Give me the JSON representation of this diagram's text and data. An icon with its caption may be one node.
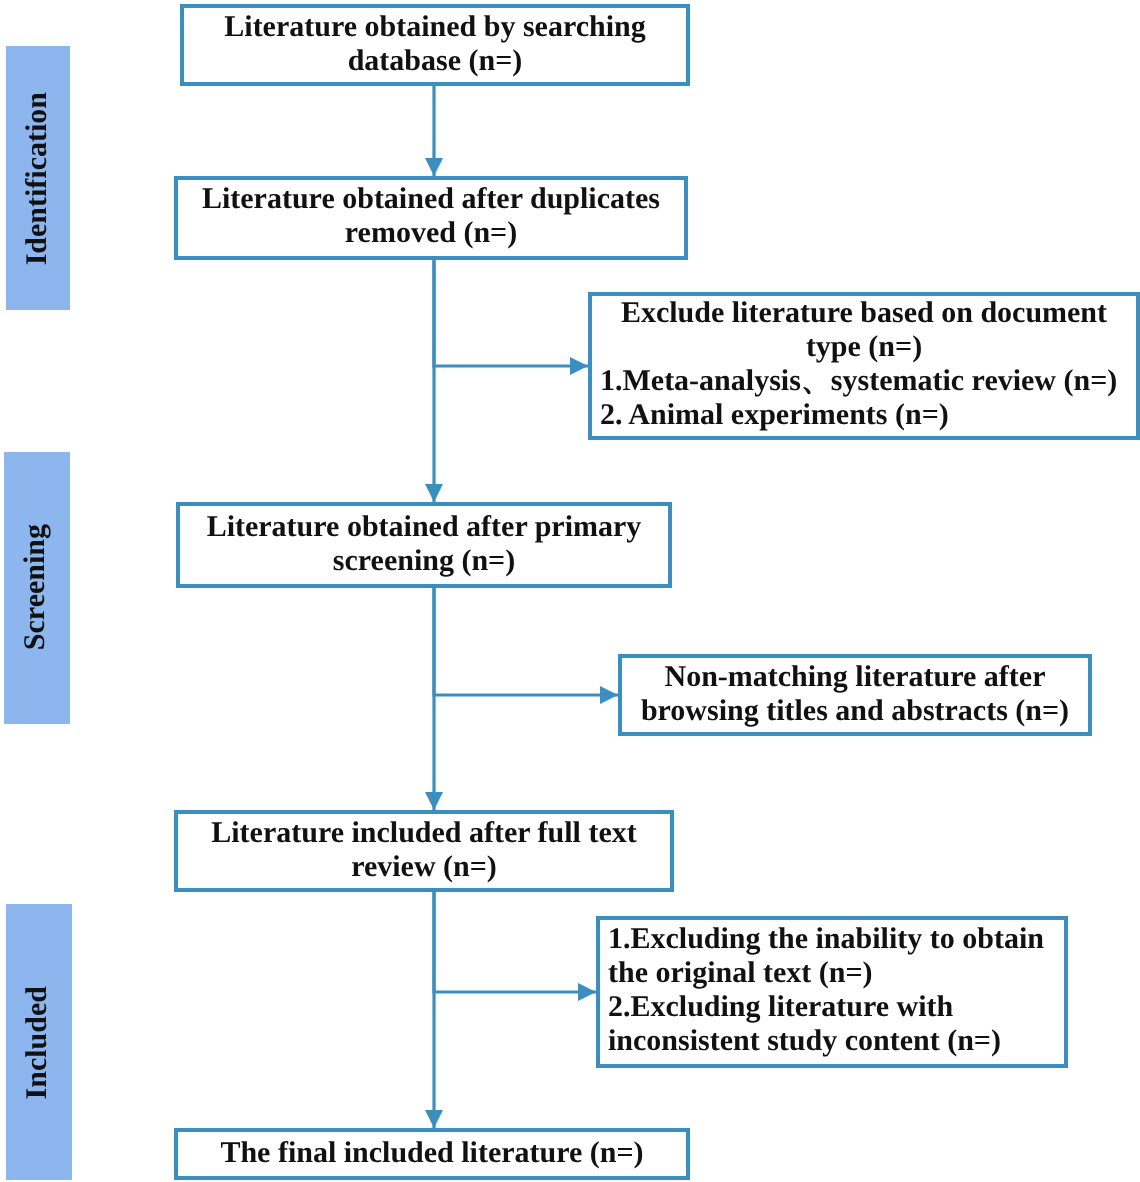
{
  "diagram": {
    "nodes": [
      {
        "text": [
          "Literature obtained by searching database (n=)"
        ]
      },
      {
        "text": [
          "Literature obtained after duplicates removed (n=)"
        ]
      },
      {
        "text": [
          "Exclude literature based on document type (n=)",
          "1.Meta-analysis、systematic review (n=)",
          "2. Animal experiments (n=)"
        ]
      },
      {
        "text": [
          "Literature obtained after primary screening (n=)"
        ]
      },
      {
        "text": [
          "Non-matching literature after browsing titles and abstracts (n=)"
        ]
      },
      {
        "text": [
          "Literature included after full text review (n=)"
        ]
      },
      {
        "text": [
          "1.Excluding the inability to obtain the original text (n=)",
          "2.Excluding literature with inconsistent study content (n=)"
        ]
      },
      {
        "text": [
          "The final included literature (n=)"
        ]
      },
      {
        "text": [
          "Identification"
        ]
      },
      {
        "text": [
          "Screening"
        ]
      },
      {
        "text": [
          "Included"
        ]
      }
    ],
    "edges": [
      {
        "from": 0,
        "to": 1,
        "arrow": "to"
      },
      {
        "from": 1,
        "to": 3,
        "arrow": "to"
      },
      {
        "from": 1,
        "to": 2,
        "arrow": "to"
      },
      {
        "from": 3,
        "to": 5,
        "arrow": "to"
      },
      {
        "from": 3,
        "to": 4,
        "arrow": "to"
      },
      {
        "from": 5,
        "to": 7,
        "arrow": "to"
      },
      {
        "from": 5,
        "to": 6,
        "arrow": "to"
      }
    ]
  }
}
